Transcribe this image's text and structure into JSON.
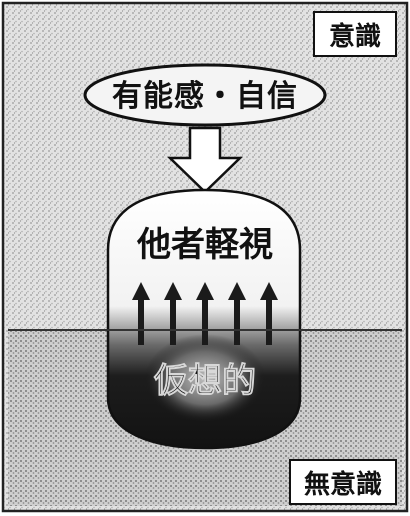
{
  "labels": {
    "conscious": "意識",
    "unconscious": "無意識",
    "top_ellipse": "有能感・自信",
    "dome_upper": "他者軽視",
    "dome_lower": "仮想的"
  },
  "colors": {
    "frame": "#222222",
    "stipple_light": "#e0e0e0",
    "dome_fill": "#ffffff",
    "dome_dark": "#1b1b1b",
    "boundary_line": "#333333"
  }
}
